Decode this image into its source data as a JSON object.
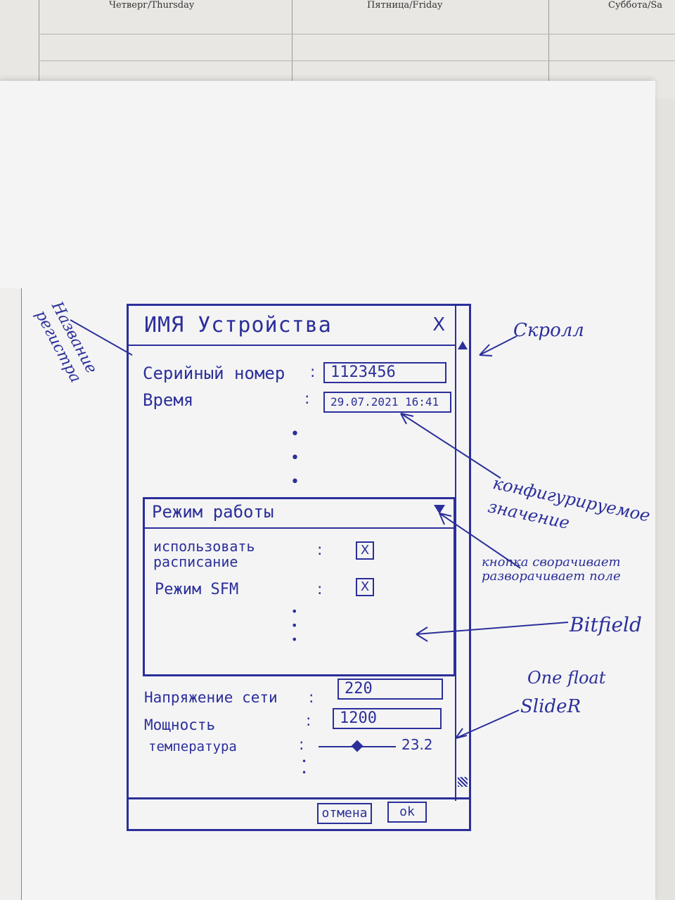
{
  "planner": {
    "days": [
      "Четверг/Thursday",
      "Пятница/Friday",
      "Суббота/Sa"
    ]
  },
  "dialog": {
    "title": "ИМЯ Устройства",
    "close": "X",
    "fields": [
      {
        "label": "Серийный номер",
        "value": "1123456"
      },
      {
        "label": "Время",
        "value": "29.07.2021 16:41"
      }
    ],
    "group": {
      "title": "Режим работы",
      "items": [
        {
          "label_line1": "использовать",
          "label_line2": "расписание",
          "checked": "X"
        },
        {
          "label": "Режим SFM",
          "checked": "X"
        }
      ]
    },
    "bottom_fields": [
      {
        "label": "Напряжение сети",
        "value": "220"
      },
      {
        "label": "Мощность",
        "value": "1200"
      }
    ],
    "slider": {
      "label": "температура",
      "value": "23.2",
      "level": 0.5
    },
    "buttons": {
      "cancel": "отмена",
      "ok": "ok"
    }
  },
  "annotations": {
    "register_name": "Название регистра",
    "scroll": "Скролл",
    "configurable": "конфигурируемое значение",
    "collapse_button": "кнопка сворачивает разворачивает поле",
    "bitfield": "Bitfield",
    "slider_note_1": "One float",
    "slider_note_2": "SlideR"
  }
}
